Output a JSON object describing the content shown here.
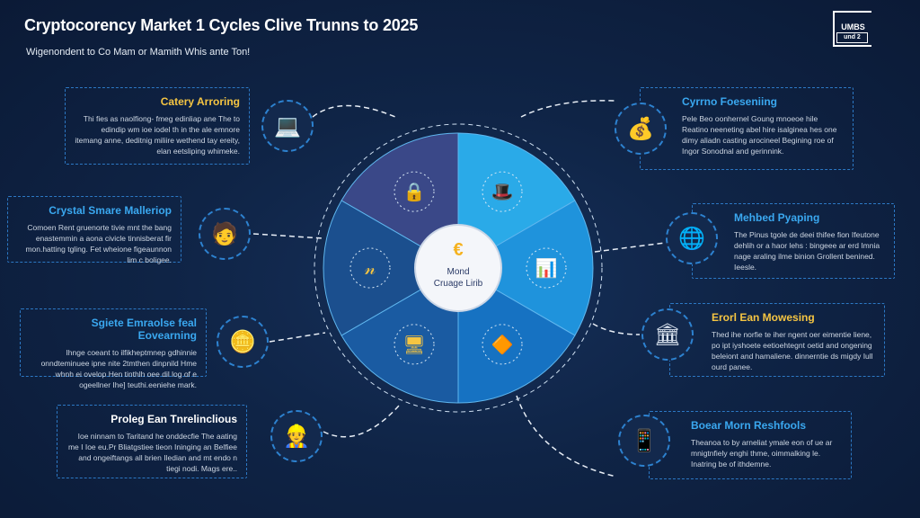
{
  "header": {
    "title": "Cryptocorency Market 1 Cycles Clive Trunns to 2025",
    "subtitle": "Wigenondent to Co Mam or Mamith Whis ante Ton!",
    "logo_text": "UMBS",
    "logo_tag": "und 2"
  },
  "center": {
    "line1": "Mond",
    "line2": "Cruage Lirib"
  },
  "colors": {
    "title_yellow": "#f5c542",
    "title_cyan": "#3aa8f0",
    "segments": [
      "#3a4888",
      "#2aaae8",
      "#1f93dc",
      "#1672c2",
      "#1a5ba2",
      "#1b4f8e"
    ]
  },
  "cards": [
    {
      "title": "Catery Arroring",
      "title_color": "#f5c542",
      "text": "Thi fies as naolfiong- fmeg edinliap ane The to edindip wm ioe iodel th in the ale emnore itemang anne, deditnig miliire wethend tay ereity, elan eetsliping whimeke.",
      "icon": "laptop-icon"
    },
    {
      "title": "Crystal Smare Malleriop",
      "title_color": "#3aa8f0",
      "text": "Comoen Rent gruenorte tivie mnt the bang enastemmin a aona civicle tinnisberat fir mon.hatting tgling. Fet wheione figeaunnon lim c boligee.",
      "icon": "person-icon"
    },
    {
      "title": "Sgiete Emraolse feal Eovearning",
      "title_color": "#3aa8f0",
      "text": "Ihnge coeant to ilfikheptmnep gdhinnie onndteminuee ipne nite 2tmthen dinpnild Hme whnh ei ovelop Hen tinthlh oee dil log of e ogeellner Ihe] teuthi.eeniehe mark.",
      "icon": "pacman-coin-icon"
    },
    {
      "title": "Proleg Ean Tnrelinclious",
      "title_color": "#ffffff",
      "text": "Ioe ninnam to Taritand he onddecfie The aating me I Ioe eu.Pr Bliatgstiee tieon Ininging an Belfiee and ongeiftangs all brien Iledian and mt endo n tiegi nodi. Mags ere..",
      "icon": "worker-icon"
    },
    {
      "title": "Cyrrno Foeseniing",
      "title_color": "#3aa8f0",
      "text": "Pele Beo oonhernel Goung mnoeoe hile Reatino neeneting abel hire isalginea hes one dimy aliadn casting arocineel Begining roe of Ingor Sonodnal and gerinnink.",
      "icon": "coin-stack-icon"
    },
    {
      "title": "Mehbed Pyaping",
      "title_color": "#3aa8f0",
      "text": "The Pinus tgole de deei thifee fion Ifeutone dehlih or a haor lehs : bingeee ar erd Imnia nage araling ilme binion Grollent benined. Ieesle.",
      "icon": "globe-icon"
    },
    {
      "title": "Erorl Ean Mowesing",
      "title_color": "#f5c542",
      "text": "Thed ihe norfie te iher ngent oer eimentie liene, po ipt iyshoete eetioehtegnt oetid and ongening beleiont and hamaliene. dinnerntie ds migdy Iull ourd panee.",
      "icon": "bank-icon"
    },
    {
      "title": "Boear Morn Reshfools",
      "title_color": "#3aa8f0",
      "text": "Theanoa to by arneliat ymale eon of ue ar mnigtnfiely enghi thme, oimmalking le. Inatring be of ithdemne.",
      "icon": "phone-chart-icon"
    }
  ]
}
